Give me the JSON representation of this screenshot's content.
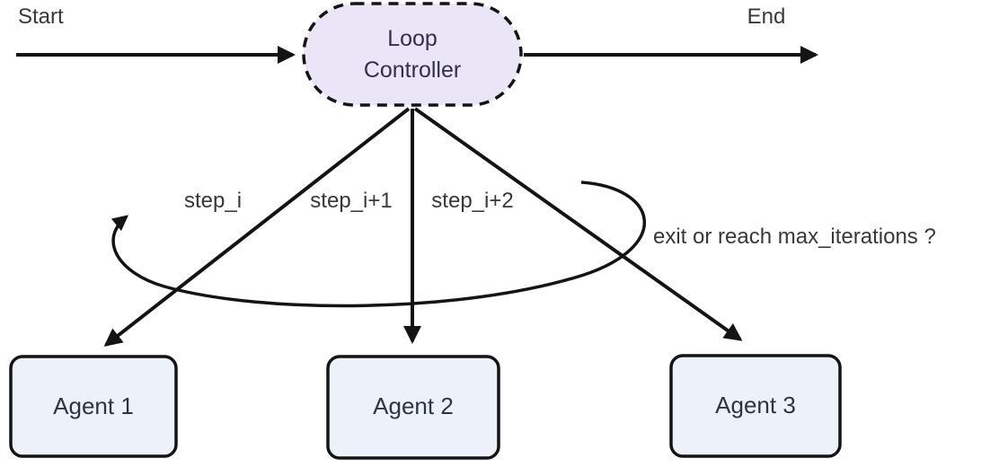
{
  "diagram": {
    "start_label": "Start",
    "end_label": "End",
    "controller": {
      "label": "Loop Controller"
    },
    "agents": [
      {
        "label": "Agent 1"
      },
      {
        "label": "Agent 2"
      },
      {
        "label": "Agent 3"
      }
    ],
    "edge_labels": {
      "steps": [
        "step_i",
        "step_i+1",
        "step_i+2"
      ],
      "loop_condition": "exit or reach max_iterations ?"
    },
    "colors": {
      "controller_fill": "#ebe6f7",
      "agent_fill": "#ecf1fa",
      "stroke": "#141414",
      "label_text": "#383838",
      "controller_text": "#32304a",
      "agent_text": "#2e3440"
    }
  }
}
